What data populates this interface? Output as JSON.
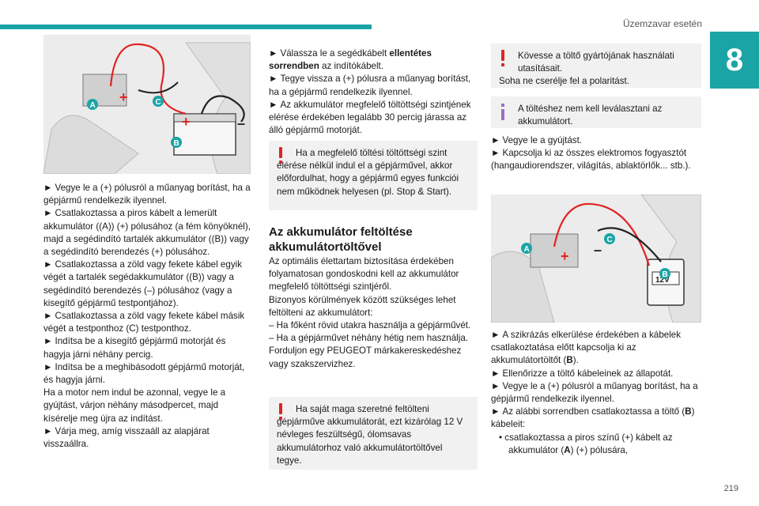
{
  "header": {
    "section_title": "Üzemzavar esetén",
    "chapter": "8"
  },
  "footer": {
    "page_number": "219"
  },
  "col1": {
    "figure1": {
      "label_a": "A",
      "label_b": "B",
      "label_c": "C",
      "plus": "+",
      "minus": "–"
    },
    "paragraphs": [
      "Vegye le a (+) pólusról a műanyag borítást, ha a gépjármű rendelkezik ilyennel.",
      "Csatlakoztassa a piros kábelt a lemerült akkumulátor ((A)) (+) pólusához (a fém könyöknél), majd a segédindító tartalék akkumulátor ((B)) vagy a segédindító berendezés (+) pólusához.",
      "Csatlakoztassa a zöld vagy fekete kábel egyik végét a tartalék segédakkumulátor ((B)) vagy a segédindító berendezés (–) pólusához (vagy a kisegítő gépjármű testpontjához).",
      "Csatlakoztassa a zöld vagy fekete kábel másik végét a testponthoz (C) testponthoz.",
      "Indítsa be a kisegítő gépjármű motorját és hagyja járni néhány percig.",
      "Indítsa be a meghibásodott gépjármű motorját, és hagyja járni."
    ],
    "plain_text": "Ha a motor nem indul be azonnal, vegye le a gyújtást, várjon néhány másodpercet, majd kísérelje meg újra az indítást.",
    "last_paragraph": "Várja meg, amíg visszaáll az alapjárat visszaállra."
  },
  "col2": {
    "paragraph1_pre": "Válassza le a segédkábelt ",
    "paragraph1_bold": "ellentétes sorrendben",
    "paragraph1_post": " az indítókábelt.",
    "paragraph2": "Tegye vissza a (+) pólusra a műanyag borítást, ha a gépjármű rendelkezik ilyennel.",
    "paragraph3": "Az akkumulátor megfelelő töltöttségi szintjének elérése érdekében legalább 30 percig járassa az álló gépjármű motorját.",
    "warning1_line1": "Ha a megfelelő töltési töltöttségi szint",
    "warning1_rest": "elérése nélkül indul el a gépjárművel, akkor előfordulhat, hogy a gépjármű egyes funkciói nem működnek helyesen (pl. Stop & Start).",
    "heading": "Az akkumulátor feltöltése akkumulátortöltővel",
    "body": "Az optimális élettartam biztosítása érdekében folyamatosan gondoskodni kell az akkumulátor megfelelő töltöttségi szintjéről.",
    "body2": "Bizonyos körülmények között szükséges lehet feltölteni az akkumulátort:",
    "dash1": "– Ha főként rövid utakra használja a gépjárművét.",
    "dash2": "– Ha a gépjárművet néhány hétig nem használja.",
    "body3": "Forduljon egy PEUGEOT márkakereskedéshez vagy szakszervizhez.",
    "warning2_line1": "Ha saját maga szeretné feltölteni",
    "warning2_rest": "gépjárműve akkumulátorát, ezt kizárólag 12 V névleges feszültségű, ólomsavas akkumulátorhoz való akkumulátortöltővel tegye."
  },
  "col3": {
    "warning3_line1": "Kövesse a töltő gyártójának használati",
    "warning3_line2": "utasításait.",
    "warning3_line3": "Soha ne cserélje fel a polaritást.",
    "info_line1": "A töltéshez nem kell leválasztani az",
    "info_line2": "akkumulátort.",
    "step1": "Vegye le a gyújtást.",
    "step2": "Kapcsolja ki az összes elektromos fogyasztót (hangaudiorendszer, világítás, ablaktörlők... stb.).",
    "figure2": {
      "label_a": "A",
      "label_b": "B",
      "label_c": "C",
      "charger_label": "12V",
      "plus": "+",
      "minus": "–"
    },
    "step3_pre": "A szikrázás elkerülése érdekében a kábelek csatlakoztatása előtt kapcsolja ki az akkumulátortöltőt (",
    "step3_bold": "B",
    "step3_post": ").",
    "step4": "Ellenőrizze a töltő kábeleinek az állapotát.",
    "step5": "Vegye le a (+) pólusról a műanyag borítást, ha a gépjármű rendelkezik ilyennel.",
    "step6_pre": "Az alábbi sorrendben csatlakoztassa a töltő (",
    "step6_bold": "B",
    "step6_post": ") kábeleit:",
    "sub1_pre": "csatlakoztassa a piros színű (+) kábelt az akkumulátor (",
    "sub1_bold": "A",
    "sub1_post": ") (+) pólusára,"
  },
  "colors": {
    "accent": "#1aa4a5",
    "warning": "#e02424",
    "info": "#9b6fc2",
    "note_bg": "#f1f1f1"
  },
  "icons": {
    "arrow": "►",
    "bullet": "•"
  }
}
